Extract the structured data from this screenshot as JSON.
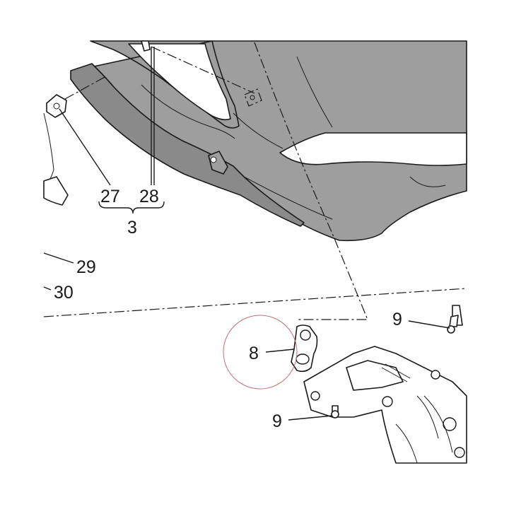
{
  "diagram": {
    "callouts": {
      "c27": "27",
      "c28": "28",
      "c3": "3",
      "c29": "29",
      "c30": "30",
      "c9_top": "9",
      "c8": "8",
      "c9_bottom": "9"
    },
    "colors": {
      "panel_fill": "#9e9e9e",
      "panel_dark": "#8a8a8a",
      "bracket_fill": "#ffffff",
      "line": "#1a1a1a",
      "highlight_circle": "#c0707a"
    }
  }
}
